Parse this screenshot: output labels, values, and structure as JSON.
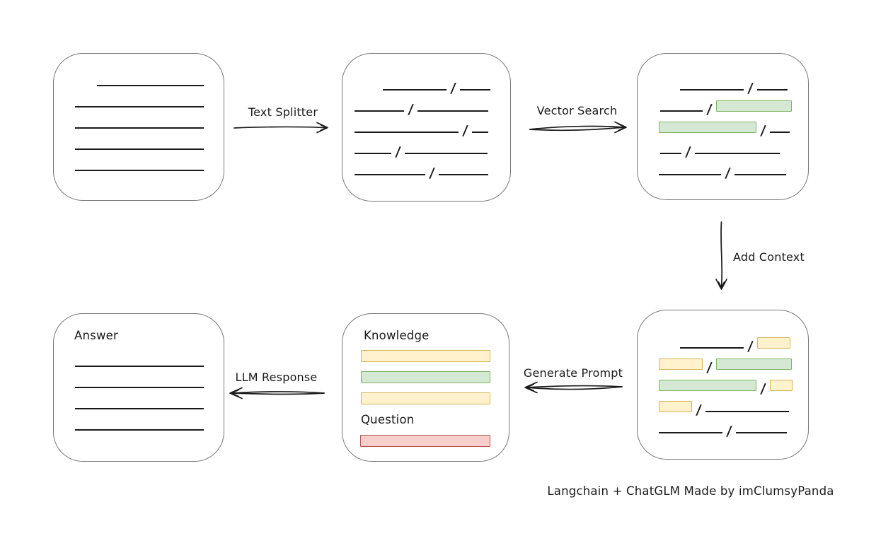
{
  "caption": "Langchain + ChatGLM Made by imClumsyPanda",
  "palette": {
    "stroke": "#1a1a1a",
    "box_border": "#787878",
    "green_fill": "#d5e8d4",
    "green_border": "#82b366",
    "yellow_fill": "#fff2cc",
    "yellow_border": "#d6b656",
    "red_fill": "#f8cecc",
    "red_border": "#b85450"
  },
  "labels": {
    "text_splitter": "Text Splitter",
    "vector_search": "Vector Search",
    "add_context": "Add Context",
    "generate_prompt": "Generate Prompt",
    "llm_response": "LLM Response",
    "knowledge": "Knowledge",
    "question": "Question",
    "answer": "Answer"
  },
  "boxes": {
    "document": {
      "rows": [
        [
          {
            "k": "gap",
            "w": 31
          },
          {
            "k": "line",
            "w": 151
          }
        ],
        [
          {
            "k": "line",
            "w": 182
          }
        ],
        [
          {
            "k": "line",
            "w": 182
          }
        ],
        [
          {
            "k": "line",
            "w": 182
          }
        ],
        [
          {
            "k": "line",
            "w": 182
          }
        ]
      ]
    },
    "split_chunks": {
      "rows": [
        [
          {
            "k": "gap",
            "w": 40
          },
          {
            "k": "line",
            "w": 90
          },
          {
            "k": "slash"
          },
          {
            "k": "line",
            "w": 43
          }
        ],
        [
          {
            "k": "line",
            "w": 70
          },
          {
            "k": "slash"
          },
          {
            "k": "line",
            "w": 100
          }
        ],
        [
          {
            "k": "line",
            "w": 147
          },
          {
            "k": "slash"
          },
          {
            "k": "line",
            "w": 23
          }
        ],
        [
          {
            "k": "line",
            "w": 52
          },
          {
            "k": "slash"
          },
          {
            "k": "line",
            "w": 117
          }
        ],
        [
          {
            "k": "line",
            "w": 100
          },
          {
            "k": "slash"
          },
          {
            "k": "line",
            "w": 70
          }
        ]
      ]
    },
    "matched_chunks": {
      "rows": [
        [
          {
            "k": "gap",
            "w": 30
          },
          {
            "k": "line",
            "w": 90
          },
          {
            "k": "slash"
          },
          {
            "k": "line",
            "w": 43
          }
        ],
        [
          {
            "k": "gap",
            "w": 2
          },
          {
            "k": "line",
            "w": 60
          },
          {
            "k": "slash"
          },
          {
            "k": "bar",
            "color": "green",
            "w": 107
          }
        ],
        [
          {
            "k": "bar",
            "color": "green",
            "w": 138
          },
          {
            "k": "slash"
          },
          {
            "k": "line",
            "w": 28
          }
        ],
        [
          {
            "k": "gap",
            "w": 2
          },
          {
            "k": "line",
            "w": 30
          },
          {
            "k": "slash"
          },
          {
            "k": "line",
            "w": 120
          }
        ],
        [
          {
            "k": "line",
            "w": 88
          },
          {
            "k": "slash"
          },
          {
            "k": "line",
            "w": 73
          }
        ]
      ]
    },
    "context_chunks": {
      "rows": [
        [
          {
            "k": "gap",
            "w": 30
          },
          {
            "k": "line",
            "w": 90
          },
          {
            "k": "slash"
          },
          {
            "k": "bar",
            "color": "yellow",
            "w": 47
          }
        ],
        [
          {
            "k": "bar",
            "color": "yellow",
            "w": 62
          },
          {
            "k": "slash"
          },
          {
            "k": "bar",
            "color": "green",
            "w": 107
          }
        ],
        [
          {
            "k": "bar",
            "color": "green",
            "w": 138
          },
          {
            "k": "slash"
          },
          {
            "k": "bar",
            "color": "yellow",
            "w": 32
          }
        ],
        [
          {
            "k": "bar",
            "color": "yellow",
            "w": 47
          },
          {
            "k": "slash"
          },
          {
            "k": "line",
            "w": 118
          }
        ],
        [
          {
            "k": "line",
            "w": 90
          },
          {
            "k": "slash"
          },
          {
            "k": "line",
            "w": 72
          }
        ]
      ]
    },
    "prompt": {
      "knowledge_bars": [
        {
          "color": "yellow",
          "w": 183
        },
        {
          "color": "green",
          "w": 183
        },
        {
          "color": "yellow",
          "w": 183
        }
      ],
      "question_bars": [
        {
          "color": "red",
          "w": 184
        }
      ]
    },
    "answer": {
      "rows": [
        [
          {
            "k": "line",
            "w": 182
          }
        ],
        [
          {
            "k": "line",
            "w": 182
          }
        ],
        [
          {
            "k": "line",
            "w": 182
          }
        ],
        [
          {
            "k": "line",
            "w": 182
          }
        ]
      ]
    }
  }
}
